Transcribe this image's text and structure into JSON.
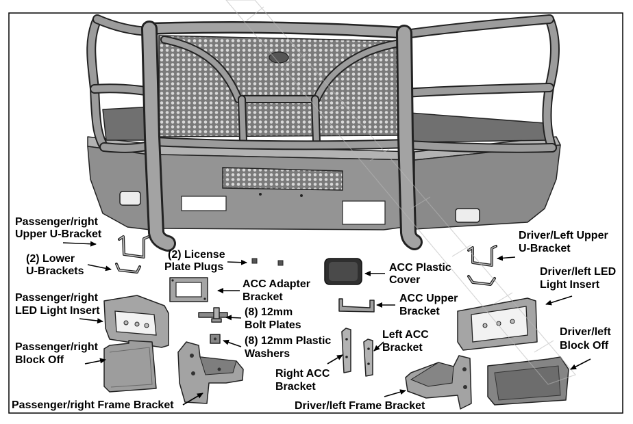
{
  "labels": {
    "passenger_upper_u_bracket": [
      "Passenger/right",
      "Upper U-Bracket"
    ],
    "lower_u_brackets": [
      "(2) Lower",
      "U-Brackets"
    ],
    "license_plate_plugs": [
      "(2) License",
      "Plate Plugs"
    ],
    "acc_plastic_cover": [
      "ACC Plastic",
      "Cover"
    ],
    "driver_upper_u_bracket": [
      "Driver/Left Upper",
      "U-Bracket"
    ],
    "driver_led_insert": [
      "Driver/left LED",
      "Light Insert"
    ],
    "passenger_led_insert": [
      "Passenger/right",
      "LED Light Insert"
    ],
    "acc_adapter_bracket": [
      "ACC Adapter",
      "Bracket"
    ],
    "acc_upper_bracket": [
      "ACC Upper",
      "Bracket"
    ],
    "bolt_plates": [
      "(8) 12mm",
      "Bolt Plates"
    ],
    "left_acc_bracket": [
      "Left ACC",
      "Bracket"
    ],
    "driver_block_off": [
      "Driver/left",
      "Block Off"
    ],
    "plastic_washers": [
      "(8) 12mm Plastic",
      "Washers"
    ],
    "passenger_block_off": [
      "Passenger/right",
      "Block Off"
    ],
    "right_acc_bracket": [
      "Right ACC",
      "Bracket"
    ],
    "passenger_frame_bracket": [
      "Passenger/right Frame Bracket"
    ],
    "driver_frame_bracket": [
      "Driver/left Frame Bracket"
    ]
  },
  "colors": {
    "outline": "#222222",
    "part_fill": "#9f9f9f",
    "label": "#000000"
  }
}
